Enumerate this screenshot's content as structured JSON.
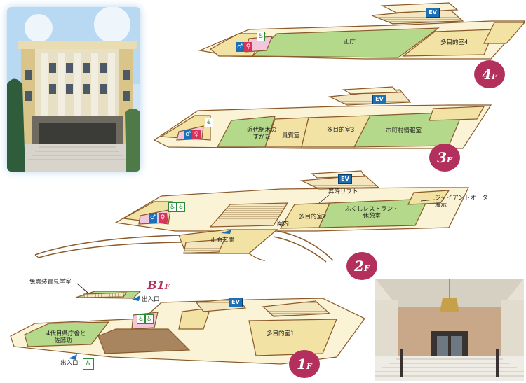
{
  "floors": {
    "f4": {
      "badge": "4",
      "badge_suffix": "F",
      "rooms": [
        "正庁",
        "多目的室4"
      ]
    },
    "f3": {
      "badge": "3",
      "badge_suffix": "F",
      "rooms": [
        "近代栃木の\nすがた",
        "貴賓室",
        "多目的室3",
        "市町村情報室"
      ]
    },
    "f2": {
      "badge": "2",
      "badge_suffix": "F",
      "rooms": [
        "昇降リフト",
        "多目的室2",
        "ふくしレストラン・\n休憩室",
        "ジャイアントオーダー\n展示",
        "正面玄関",
        "案内"
      ]
    },
    "b1": {
      "badge": "B1",
      "badge_suffix": "F",
      "rooms": [
        "免震装置見学室",
        "出入口"
      ]
    },
    "f1": {
      "badge": "1",
      "badge_suffix": "F",
      "rooms": [
        "多目的室1",
        "4代目県庁舎と\n佐藤功一",
        "出入口"
      ]
    }
  },
  "elevator_label": "EV",
  "icons": [
    "elevator-icon",
    "male-restroom-icon",
    "female-restroom-icon",
    "accessible-restroom-icon",
    "wheelchair-icon"
  ],
  "colors": {
    "room_green": "#b4d98a",
    "room_yellow": "#f2e3a4",
    "corridor_cream": "#fbf3d6",
    "outline_brown": "#8a5a2a",
    "badge_magenta": "#b2305b",
    "ev_blue": "#1d6fb8",
    "restroom_pink": "#f2c7dc",
    "stair_brown": "#a8855e"
  }
}
